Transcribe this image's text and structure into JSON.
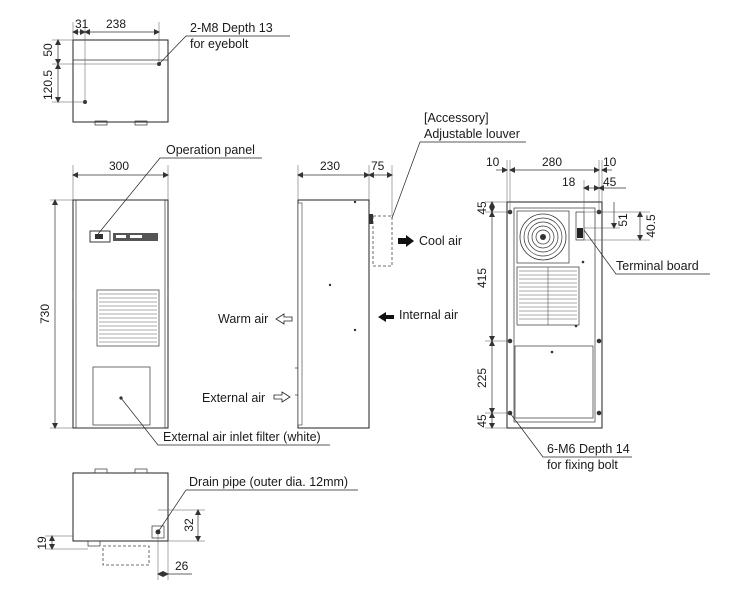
{
  "top_view": {
    "dim_31": "31",
    "dim_238": "238",
    "dim_50": "50",
    "dim_120_5": "120.5",
    "eyebolt_line1": "2-M8 Depth 13",
    "eyebolt_line2": "for eyebolt"
  },
  "front_view": {
    "dim_width": "300",
    "dim_height": "730",
    "operation_panel": "Operation panel",
    "filter_label": "External air inlet filter (white)"
  },
  "side_view": {
    "dim_depth": "230",
    "dim_louver": "75",
    "accessory_line1": "[Accessory]",
    "accessory_line2": "Adjustable louver",
    "cool_air": "Cool air",
    "internal_air": "Internal air",
    "warm_air": "Warm air",
    "external_air": "External air"
  },
  "back_view": {
    "dim_10_left": "10",
    "dim_280": "280",
    "dim_10_right": "10",
    "dim_18": "18",
    "dim_45_top": "45",
    "dim_45_left_top": "45",
    "dim_51": "51",
    "dim_40_5": "40.5",
    "dim_415": "415",
    "dim_225": "225",
    "dim_45_left_bottom": "45",
    "terminal_board": "Terminal board",
    "fixing_line1": "6-M6 Depth 14",
    "fixing_line2": "for fixing bolt"
  },
  "bottom_view": {
    "drain_pipe": "Drain pipe (outer dia. 12mm)",
    "dim_32": "32",
    "dim_19": "19",
    "dim_26": "26"
  }
}
